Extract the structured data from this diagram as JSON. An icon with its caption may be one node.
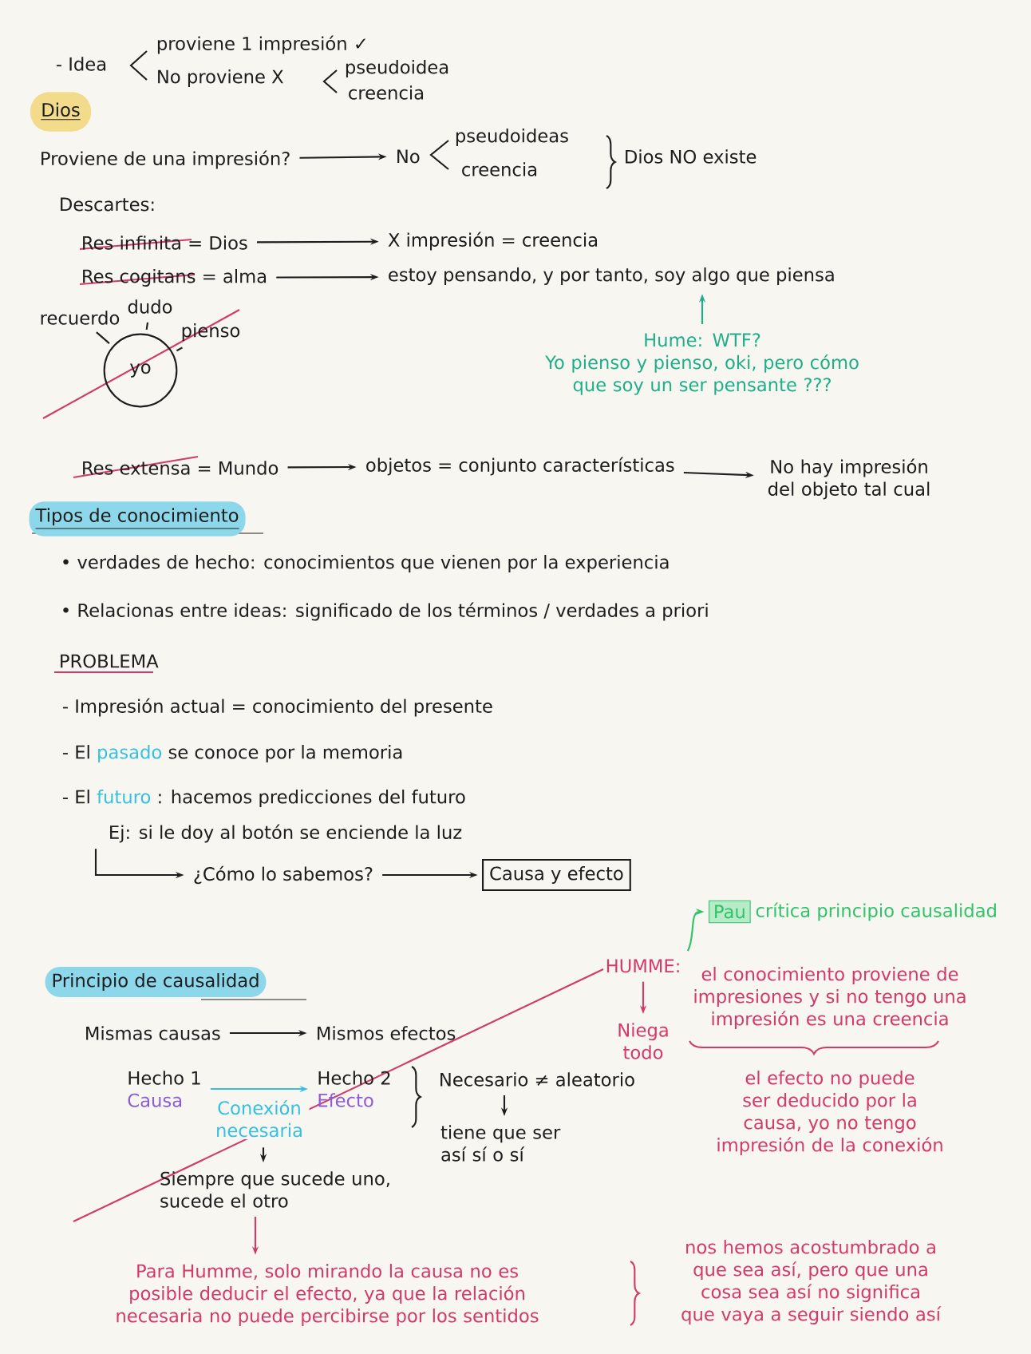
{
  "diagram": {
    "nodes": [
      {
        "text": [
          "Dios"
        ]
      },
      {
        "text": [
          "Proviene de una impresión?"
        ]
      },
      {
        "text": [
          "No"
        ]
      },
      {
        "text": [
          "Res infinita = Dios"
        ]
      },
      {
        "text": [
          "X impresión = creencia"
        ]
      },
      {
        "text": [
          "Res cogitans = alma"
        ]
      },
      {
        "text": [
          "estoy pensando, y por tanto, soy algo que piensa"
        ]
      },
      {
        "text": [
          "Hume: WTF?",
          "Yo pienso y pienso, oki, pero cómo que soy un ser pensante ???"
        ]
      },
      {
        "text": [
          "yo"
        ]
      },
      {
        "text": [
          "recuerdo"
        ]
      },
      {
        "text": [
          "dudo"
        ]
      },
      {
        "text": [
          "pienso"
        ]
      },
      {
        "text": [
          "Res extensa = Mundo"
        ]
      },
      {
        "text": [
          "objetos = conjunto características"
        ]
      },
      {
        "text": [
          "No hay impresión del objeto tal cual"
        ]
      },
      {
        "text": [
          "Tipos de conocimiento"
        ]
      },
      {
        "text": [
          "¿Cómo lo sabemos?"
        ]
      },
      {
        "text": [
          "Causa y efecto"
        ]
      },
      {
        "text": [
          "Pau"
        ],
        "beside": [
          "crítica principio causalidad"
        ]
      },
      {
        "text": [
          "HUMME:"
        ]
      },
      {
        "text": [
          "Niega todo"
        ]
      },
      {
        "text": [
          "Principio de causalidad"
        ]
      },
      {
        "text": [
          "Mismas causas"
        ]
      },
      {
        "text": [
          "Mismos efectos"
        ]
      },
      {
        "text": [
          "Hecho 1",
          "Causa"
        ]
      },
      {
        "text": [
          "Hecho 2",
          "Efecto"
        ]
      },
      {
        "text": [
          "Necesario ≠ aleatorio"
        ]
      },
      {
        "text": [
          "tiene que ser así sí o sí"
        ]
      },
      {
        "text": [
          "Siempre que sucede uno, sucede el otro"
        ]
      },
      {
        "text": [
          "Para Humme, solo mirando la causa no es posible deducir el efecto, ya que la relación necesaria no puede percibirse por los sentidos"
        ]
      }
    ],
    "edges": [
      {
        "from": 1,
        "to": 2,
        "arrow": "to"
      },
      {
        "from": 3,
        "to": 4,
        "arrow": "to"
      },
      {
        "from": 5,
        "to": 6,
        "arrow": "to"
      },
      {
        "from": 7,
        "to": 6,
        "arrow": "to",
        "color": "#1fae8a"
      },
      {
        "from": 8,
        "to": 9,
        "arrow": "none"
      },
      {
        "from": 8,
        "to": 10,
        "arrow": "none"
      },
      {
        "from": 8,
        "to": 11,
        "arrow": "none"
      },
      {
        "from": 12,
        "to": 13,
        "arrow": "to"
      },
      {
        "from": 13,
        "to": 14,
        "arrow": "to"
      },
      {
        "from": null,
        "to": 16,
        "arrow": "to"
      },
      {
        "from": 16,
        "to": 17,
        "arrow": "to"
      },
      {
        "from": 19,
        "to": 18,
        "arrow": "to",
        "color": "#2fc46a"
      },
      {
        "from": 19,
        "to": 20,
        "arrow": "to",
        "color": "#d23a6c"
      },
      {
        "from": 22,
        "to": 23,
        "arrow": "to"
      },
      {
        "from": 24,
        "to": 25,
        "arrow": "to",
        "label": "Conexión necesaria",
        "color": "#35c0e0"
      },
      {
        "from": null,
        "to": 28,
        "arrow": "to"
      },
      {
        "from": 26,
        "to": 27,
        "arrow": "to"
      },
      {
        "from": 28,
        "to": 29,
        "arrow": "to",
        "color": "#d23a6c"
      }
    ],
    "labels": [
      "- Idea",
      "proviene 1 impresión ✓",
      "No proviene X",
      "pseudoidea",
      "creencia",
      "pseudoideas",
      "creencia",
      "Dios NO existe",
      "Descartes:",
      "• verdades de hecho: conocimientos que vienen por la experiencia",
      "• Relacionas entre ideas: significado de los términos / verdades a priori",
      "PROBLEMA",
      "- Impresión actual = conocimiento del presente",
      "- El",
      "pasado",
      "se conoce por la memoria",
      "- El",
      "futuro",
      ": hacemos predicciones del futuro",
      "Ej: si le doy al botón se enciende la luz",
      "el conocimiento proviene de impresiones y si no tengo una impresión es una creencia",
      "el efecto no puede ser deducido por la causa, yo no tengo impresión de la conexión",
      "nos hemos acostumbrado a que sea así, pero que una cosa sea así no significa que vaya a seguir siendo así"
    ]
  }
}
